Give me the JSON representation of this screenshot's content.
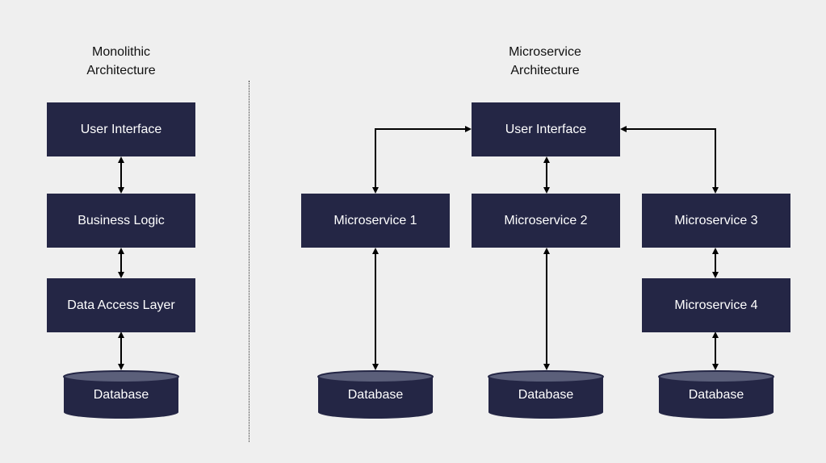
{
  "monolithic": {
    "title": "Monolithic\nArchitecture",
    "user_interface": "User Interface",
    "business_logic": "Business Logic",
    "data_access_layer": "Data Access Layer",
    "database": "Database"
  },
  "microservice": {
    "title": "Microservice\nArchitecture",
    "user_interface": "User Interface",
    "services": [
      "Microservice 1",
      "Microservice 2",
      "Microservice 3",
      "Microservice 4"
    ],
    "databases": [
      "Database",
      "Database",
      "Database"
    ]
  },
  "colors": {
    "box_fill": "#242645",
    "background": "#efefef",
    "db_top": "#5b5f7a",
    "arrow": "#000000"
  }
}
